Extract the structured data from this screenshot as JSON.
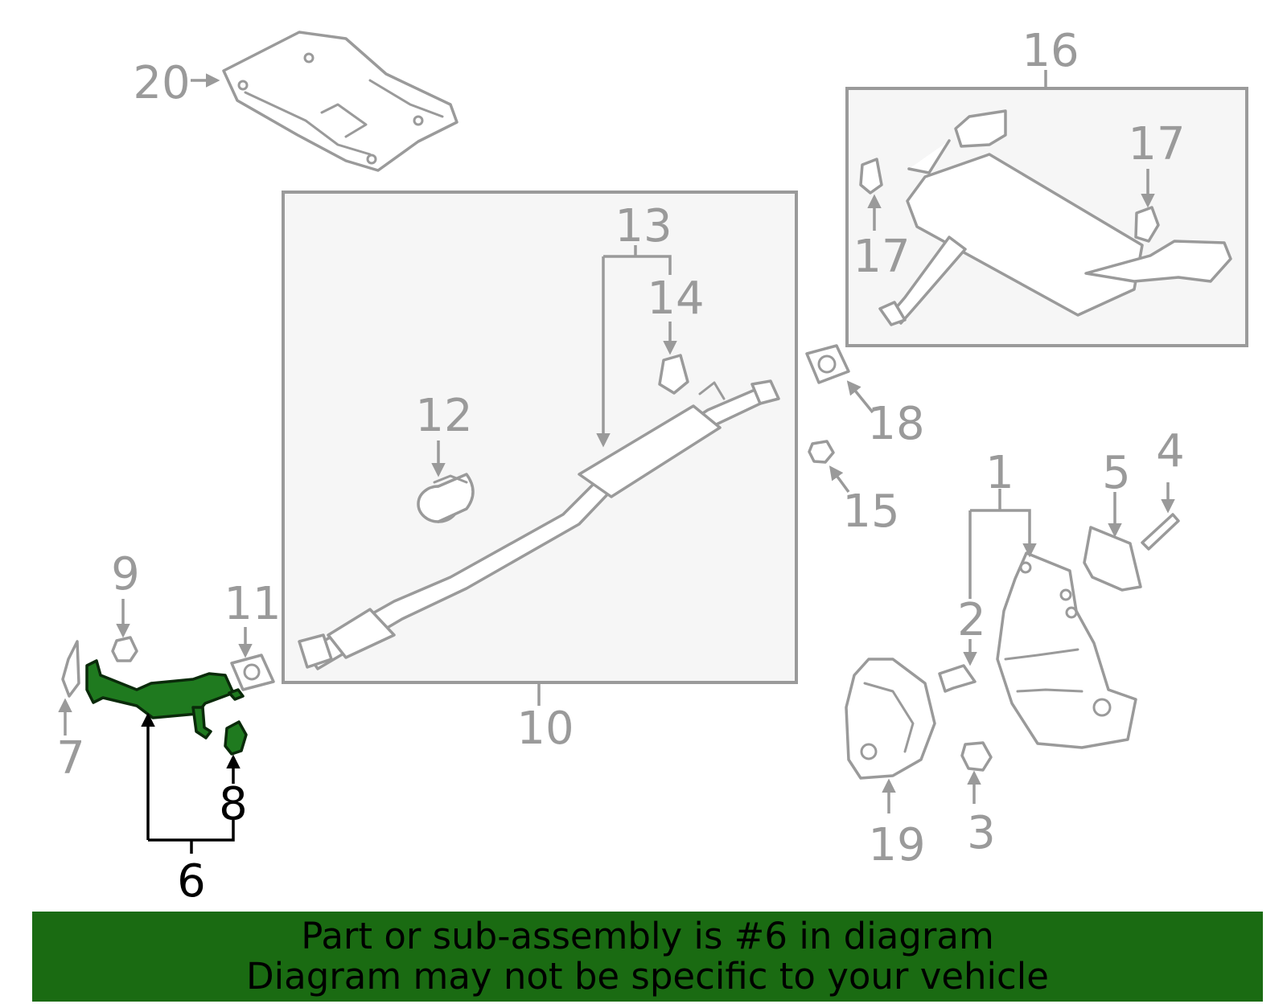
{
  "callouts": {
    "n1": "1",
    "n2": "2",
    "n3": "3",
    "n4": "4",
    "n5": "5",
    "n6": "6",
    "n7": "7",
    "n8": "8",
    "n9": "9",
    "n10": "10",
    "n11": "11",
    "n12": "12",
    "n13": "13",
    "n14": "14",
    "n15": "15",
    "n16": "16",
    "n17a": "17",
    "n17b": "17",
    "n18": "18",
    "n19": "19",
    "n20": "20"
  },
  "highlighted_part": "6",
  "banner": {
    "line1": "Part or sub-assembly is #6 in diagram",
    "line2": "Diagram may not be specific to your vehicle"
  },
  "colors": {
    "highlight_fill": "#1f7a1f",
    "banner_background": "#1a6b12",
    "parts_gray": "#9a9a9a"
  }
}
